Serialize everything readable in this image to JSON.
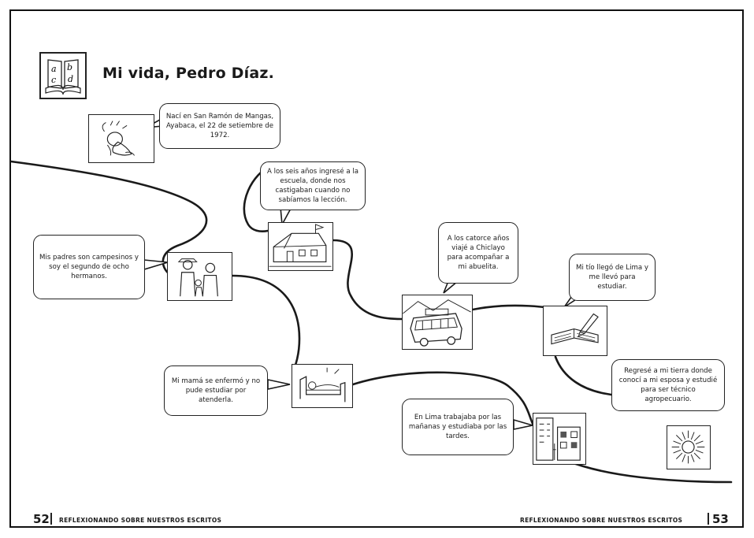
{
  "title": "Mi vida, Pedro Díaz.",
  "title_icon_letters": [
    "a",
    "b",
    "c",
    "d"
  ],
  "events": [
    {
      "id": "birth",
      "text": "Nací en San Ramón de Mangas, Ayabaca, el 22 de setiembre de 1972.",
      "illustration": "newborn-baby"
    },
    {
      "id": "parents",
      "text": "Mis padres son campesinos y soy el segundo de ocho hermanos.",
      "illustration": "family"
    },
    {
      "id": "school",
      "text": "A los seis años ingresé a la escuela, donde nos castigaban cuando no sabíamos la lección.",
      "illustration": "schoolhouse"
    },
    {
      "id": "mother",
      "text": "Mi mamá se enfermó y no pude estudiar por atenderla.",
      "illustration": "sickbed"
    },
    {
      "id": "chiclayo",
      "text": "A los catorce años viajé a Chiclayo para acompañar a mi abuelita.",
      "illustration": "bus"
    },
    {
      "id": "lima-uncle",
      "text": "Mi tío llegó de Lima y me llevó para estudiar.",
      "illustration": "book-and-pen"
    },
    {
      "id": "lima-work",
      "text": "En Lima trabajaba por las mañanas y estudiaba por las tardes.",
      "illustration": "city-street"
    },
    {
      "id": "return",
      "text": "Regresé a mi tierra donde conocí a mi esposa y estudié para ser técnico agropecuario.",
      "illustration": "sun"
    }
  ],
  "footer": {
    "left_page_number": "52",
    "left_text": "REFLEXIONANDO SOBRE NUESTROS ESCRITOS",
    "right_text": "REFLEXIONANDO SOBRE NUESTROS ESCRITOS",
    "right_page_number": "53"
  }
}
